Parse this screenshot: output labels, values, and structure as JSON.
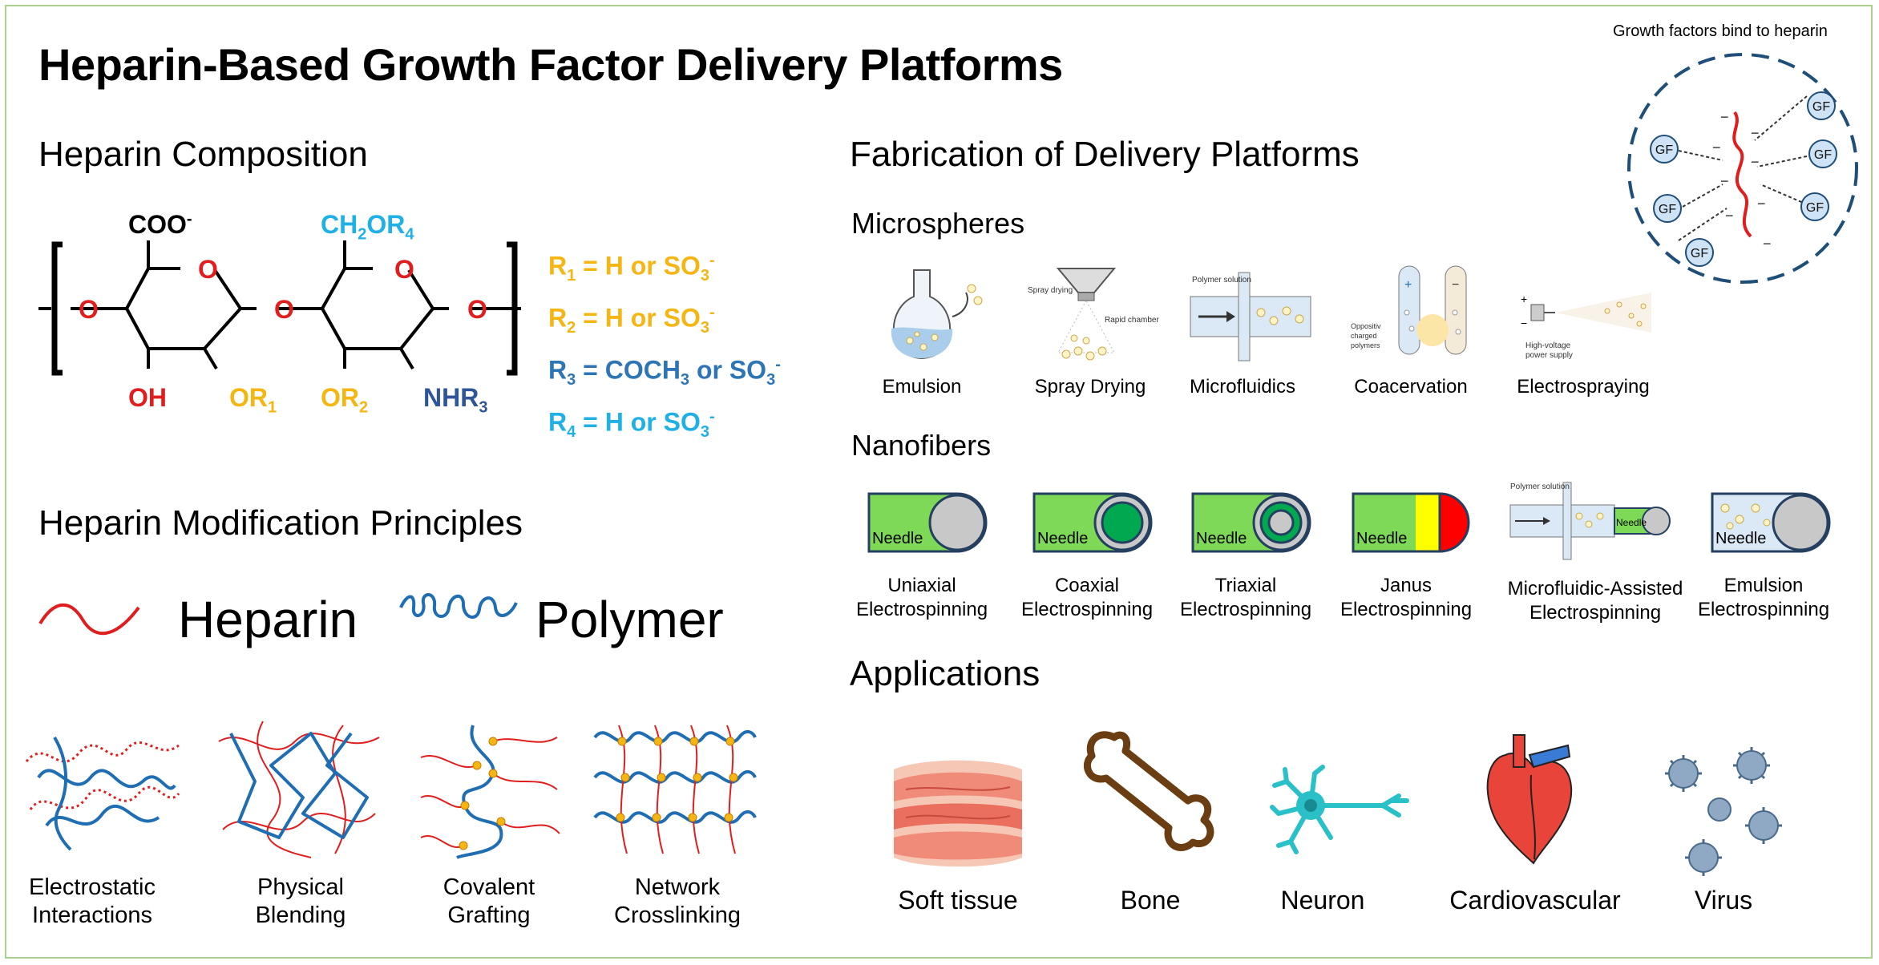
{
  "title": "Heparin-Based Growth Factor Delivery Platforms",
  "composition": {
    "heading": "Heparin Composition",
    "labels": {
      "coo": "COO",
      "coo_sup": "-",
      "ch2or4": "CH",
      "ch2_sub": "2",
      "or4": "OR",
      "or4_sub": "4",
      "oh": "OH",
      "or1": "OR",
      "or1_sub": "1",
      "or2": "OR",
      "or2_sub": "2",
      "nhr3": "NHR",
      "nhr3_sub": "3",
      "o": "O"
    },
    "r_groups": [
      {
        "r": "R",
        "sub": "1",
        "text": " = H or SO",
        "end_sub": "3",
        "end_sup": "-",
        "color": "#f5b614"
      },
      {
        "r": "R",
        "sub": "2",
        "text": " = H or SO",
        "end_sub": "3",
        "end_sup": "-",
        "color": "#f5b614"
      },
      {
        "r": "R",
        "sub": "3",
        "text": " = COCH",
        "mid_sub": "3",
        "text2": " or SO",
        "end_sub": "3",
        "end_sup": "-",
        "color": "#2e75b6"
      },
      {
        "r": "R",
        "sub": "4",
        "text": " = H or SO",
        "end_sub": "3",
        "end_sup": "-",
        "color": "#1fb0e6"
      }
    ]
  },
  "modification": {
    "heading": "Heparin Modification Principles",
    "legend": {
      "heparin": "Heparin",
      "polymer": "Polymer"
    },
    "methods": [
      {
        "line1": "Electrostatic",
        "line2": "Interactions"
      },
      {
        "line1": "Physical",
        "line2": "Blending"
      },
      {
        "line1": "Covalent",
        "line2": "Grafting"
      },
      {
        "line1": "Network",
        "line2": "Crosslinking"
      }
    ]
  },
  "fabrication": {
    "heading": "Fabrication of Delivery Platforms",
    "microspheres": {
      "heading": "Microspheres",
      "items": [
        "Emulsion",
        "Spray Drying",
        "Microfluidics",
        "Coacervation",
        "Electrospraying"
      ],
      "sub_labels": {
        "spray": "Spray drying",
        "rapid": "Rapid chamber",
        "polymer_solution": "Polymer solution",
        "opp1": "Oppositiv",
        "opp2": "charged",
        "opp3": "polymers",
        "hv1": "High-voltage",
        "hv2": "power supply"
      }
    },
    "nanofibers": {
      "heading": "Nanofibers",
      "needle_label": "Needle",
      "polymer_solution": "Polymer solution",
      "items": [
        {
          "line1": "Uniaxial",
          "line2": "Electrospinning"
        },
        {
          "line1": "Coaxial",
          "line2": "Electrospinning"
        },
        {
          "line1": "Triaxial",
          "line2": "Electrospinning"
        },
        {
          "line1": "Janus",
          "line2": "Electrospinning"
        },
        {
          "line1": "Microfluidic-Assisted",
          "line2": "Electrospinning"
        },
        {
          "line1": "Emulsion",
          "line2": "Electrospinning"
        }
      ]
    }
  },
  "applications": {
    "heading": "Applications",
    "items": [
      "Soft tissue",
      "Bone",
      "Neuron",
      "Cardiovascular",
      "Virus"
    ]
  },
  "binding": {
    "caption": "Growth factors bind to heparin",
    "gf_label": "GF"
  },
  "colors": {
    "border": "#a9d18e",
    "heparin": "#e01e1e",
    "polymer": "#1f6db3",
    "needle": "#7ed957",
    "node": "#f5b614"
  }
}
